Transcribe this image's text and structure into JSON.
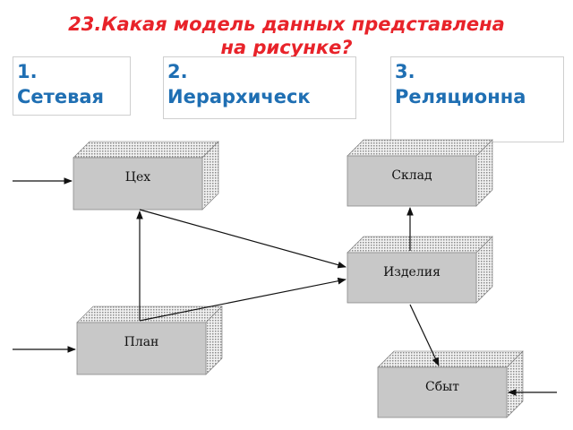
{
  "question": {
    "line1": "23.Какая модель данных представлена",
    "line2": "на рисунке?"
  },
  "options": [
    {
      "number": "1.",
      "text": "Сетевая"
    },
    {
      "number": "2.",
      "text": "Иерархическ"
    },
    {
      "number": "3.",
      "text": "Реляционна"
    }
  ],
  "diagram": {
    "boxes": {
      "tseh": "Цех",
      "sklad": "Склад",
      "izdeliya": "Изделия",
      "plan": "План",
      "sbyt": "Сбыт"
    }
  },
  "colors": {
    "question": "#e8232a",
    "option_text": "#1f6fb3",
    "box_face": "#c8c8c8"
  }
}
